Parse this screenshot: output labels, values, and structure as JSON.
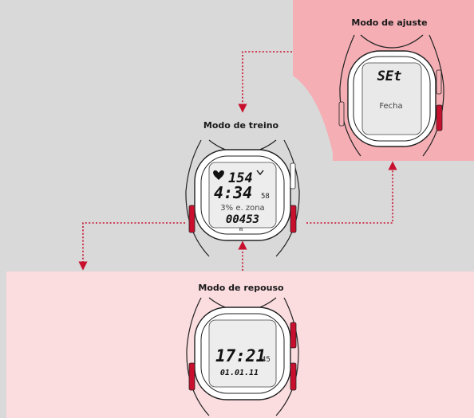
{
  "diagram": {
    "modes": {
      "settings": {
        "label": "Modo de ajuste",
        "screen_line1": "SEt",
        "screen_line2": "Fecha"
      },
      "training": {
        "label": "Modo de treino",
        "heart_rate": "154",
        "time_main": "4:34",
        "time_seconds": "58",
        "zone_text": "3% e. zona",
        "distance": "00453",
        "unit": "m"
      },
      "rest": {
        "label": "Modo de repouso",
        "clock": "17:21",
        "clock_seconds": "45",
        "date": "01.01.11"
      }
    },
    "colors": {
      "background": "#d9d9d9",
      "settings_panel": "#f4aeb4",
      "rest_panel": "#fbdcdf",
      "arrow": "#c8102e",
      "button": "#c8102e"
    },
    "icons": [
      "heart-icon",
      "chevron-down-icon",
      "dotted-arrow-icon"
    ]
  }
}
